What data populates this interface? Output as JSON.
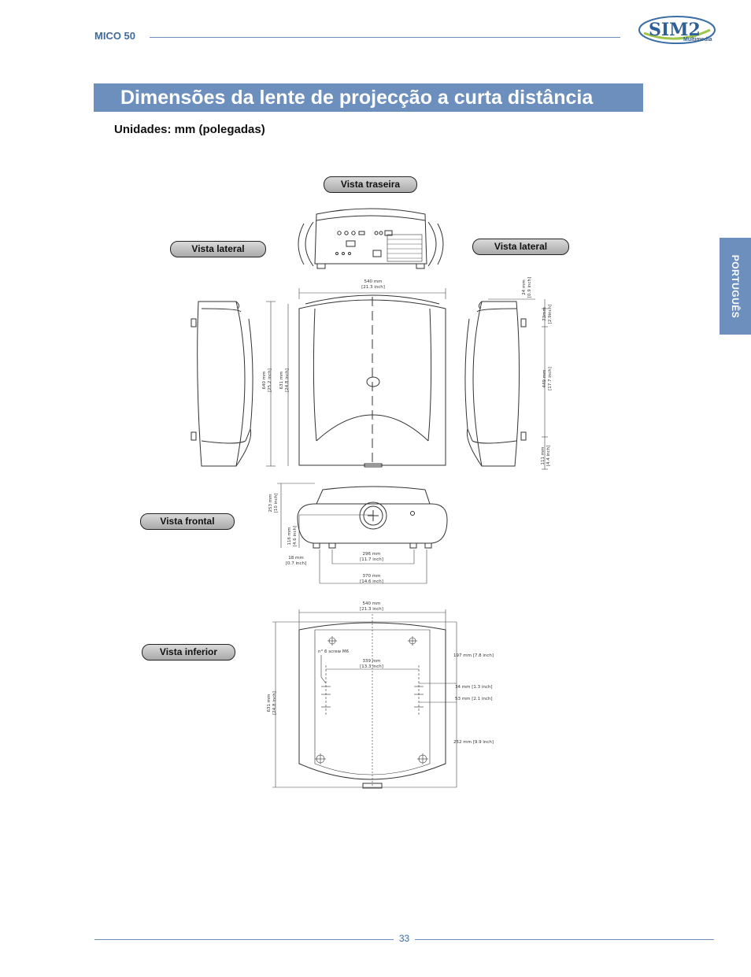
{
  "header": {
    "model": "MICO 50",
    "logo_text": "SIM2",
    "logo_sub": "Multimedia"
  },
  "title": "Dimensões da lente de projecção a curta distância",
  "units_label": "Unidades: mm (polegadas)",
  "side_tab": "PORTUGUÊS",
  "views": {
    "rear": "Vista traseira",
    "side_left": "Vista lateral",
    "side_right": "Vista lateral",
    "front": "Vista frontal",
    "bottom": "Vista inferior"
  },
  "dimensions": {
    "top_width": [
      "540 mm",
      "[21.3 inch]"
    ],
    "top_depth_outer": [
      "640 mm",
      "[25.2 inch]"
    ],
    "top_depth_inner": [
      "631 mm",
      "[24.8 inch]"
    ],
    "side_24": [
      "24 mm",
      "[0.9 inch]"
    ],
    "side_73": [
      "73mm",
      "[2.9inch]"
    ],
    "side_449": [
      "449 mm",
      "[17.7 inch]"
    ],
    "side_111": [
      "111 mm",
      "[4.4 inch]"
    ],
    "front_height": [
      "253 mm",
      "[10 inch]"
    ],
    "front_lens": [
      "116 mm",
      "[4.6 inch]"
    ],
    "front_foot": [
      "18 mm",
      "[0.7 inch]"
    ],
    "front_296": [
      "296 mm",
      "[11.7 inch]"
    ],
    "front_370": [
      "370 mm",
      "[14.6 inch]"
    ],
    "bottom_width": [
      "540 mm",
      "[21.3 inch]"
    ],
    "bottom_screw": "n° 6 screw M6",
    "bottom_339": [
      "339 mm",
      "[13.3 inch]"
    ],
    "bottom_depth": [
      "631 mm",
      "[24.8 inch]"
    ],
    "bottom_197": "197 mm [7.8 inch]",
    "bottom_34": "34 mm [1.3 inch]",
    "bottom_53": "53 mm [2.1 inch]",
    "bottom_252": "252 mm [9.9 inch]"
  },
  "footer": {
    "page": "33"
  }
}
